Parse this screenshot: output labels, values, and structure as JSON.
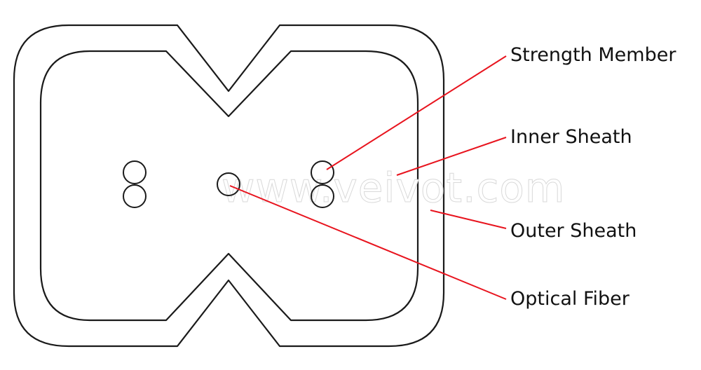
{
  "watermark": "www.veivot.com",
  "labels": {
    "strength_member": "Strength Member",
    "inner_sheath": "Inner Sheath",
    "outer_sheath": "Outer Sheath",
    "optical_fiber": "Optical Fiber"
  },
  "colors": {
    "outline": "#1a1a1a",
    "leader_line": "#e8141e",
    "background": "#ffffff"
  }
}
